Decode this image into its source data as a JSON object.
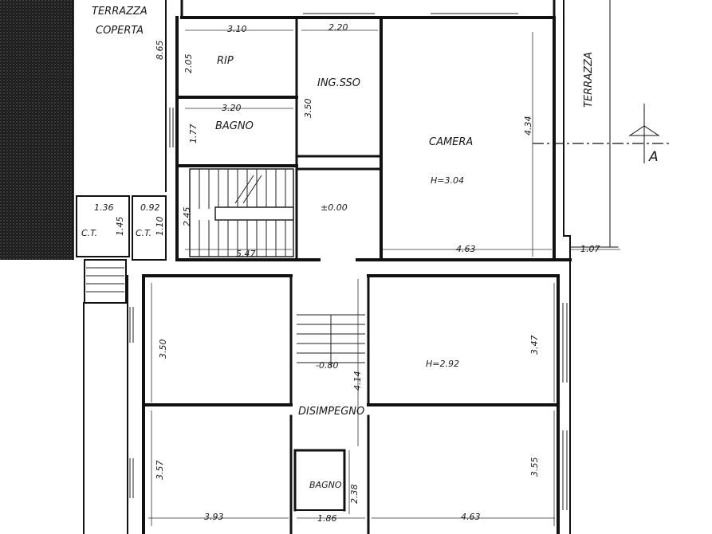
{
  "rooms": {
    "terrazza_coperta_line1": "TERRAZZA",
    "terrazza_coperta_line2": "COPERTA",
    "rip": "RIP",
    "ingresso": "ING.SSO",
    "bagno_upper": "BAGNO",
    "camera": "CAMERA",
    "camera_height": "H=3.04",
    "terrazza_side": "TERRAZZA",
    "level_upper": "±0.00",
    "ct_left": "C.T.",
    "ct_right": "C.T.",
    "height_lower": "H=2.92",
    "level_lower": "-0.80",
    "disimpegno": "DISIMPEGNO",
    "bagno_lower": "BAGNO"
  },
  "section_marker": "A",
  "dimensions": {
    "d_310": "3.10",
    "d_220": "2.20",
    "d_865": "8.65",
    "d_205": "2.05",
    "d_350_ing": "3.50",
    "d_320": "3.20",
    "d_177": "1.77",
    "d_434": "4.34",
    "d_136": "1.36",
    "d_092": "0.92",
    "d_145": "1.45",
    "d_110": "1.10",
    "d_245": "2.45",
    "d_547": "5.47",
    "d_463_upper": "4.63",
    "d_107": "1.07",
    "d_350_left": "3.50",
    "d_347": "3.47",
    "d_414": "4.14",
    "d_357": "3.57",
    "d_355": "3.55",
    "d_238": "2.38",
    "d_393": "3.93",
    "d_186": "1.86",
    "d_463_lower": "4.63"
  }
}
